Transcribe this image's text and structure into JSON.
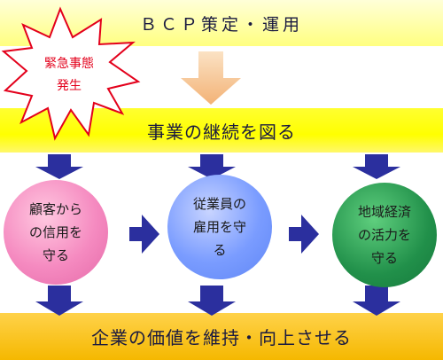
{
  "top_band": {
    "label": "ＢＣＰ策定・運用"
  },
  "emergency": {
    "label": "緊急事態\n発生"
  },
  "middle_band": {
    "label": "事業の継続を図る"
  },
  "circles": [
    {
      "label": "顧客から\nの信用を\n守る"
    },
    {
      "label": "従業員の\n雇用を守\nる"
    },
    {
      "label": "地域経済\nの活力を\n守る"
    }
  ],
  "bottom_band": {
    "label": "企業の価値を維持・向上させる"
  },
  "colors": {
    "arrow_navy": "#2b2f9e",
    "arrow_peach": "#f5c28e",
    "emergency_red": "#e3001b"
  }
}
